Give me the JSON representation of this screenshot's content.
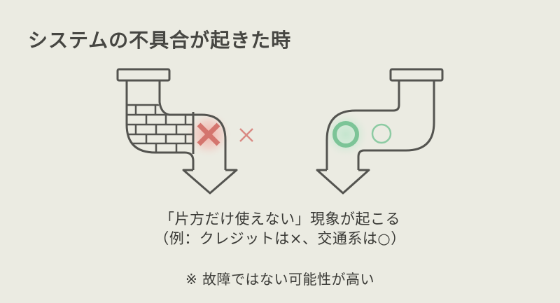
{
  "title": "システムの不具合が起きた時",
  "diagram": {
    "left_pipe": {
      "state": "blocked",
      "blockage": "brick-wall",
      "marker_large": "×",
      "marker_small": "×",
      "marker_color": "#d4756e"
    },
    "right_pipe": {
      "state": "flowing",
      "marker_large": "○",
      "marker_small": "○",
      "marker_color": "#7cc497"
    },
    "line_color": "#545450"
  },
  "caption": {
    "line1": "「片方だけ使えない」現象が起こる",
    "line2": "（例：クレジットは×、交通系は○）"
  },
  "note": "※ 故障ではない可能性が高い"
}
